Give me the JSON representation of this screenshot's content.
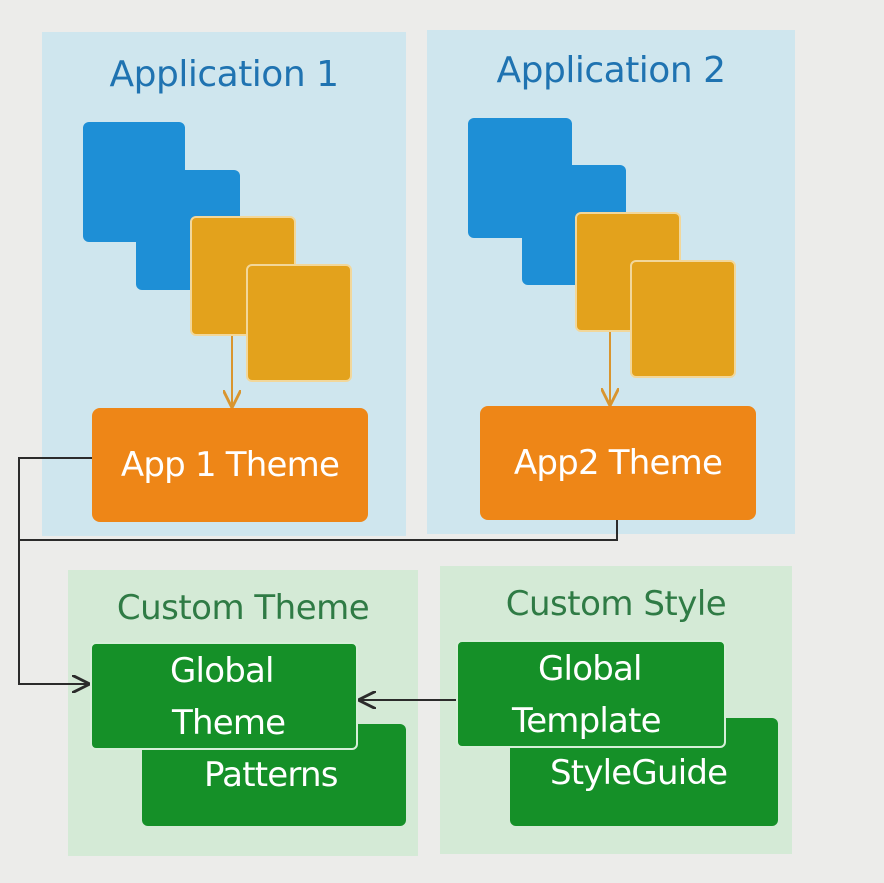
{
  "app1": {
    "title": "Application 1",
    "theme_label": "App 1 Theme"
  },
  "app2": {
    "title": "Application 2",
    "theme_label": "App2 Theme"
  },
  "custom_theme": {
    "title": "Custom Theme",
    "global_theme_line1": "Global",
    "global_theme_line2": "Theme",
    "patterns_label": "Patterns"
  },
  "custom_style": {
    "title": "Custom Style",
    "global_template_line1": "Global",
    "global_template_line2": "Template",
    "styleguide_label": "StyleGuide"
  },
  "colors": {
    "module_blue": "#1e8fd6",
    "module_gold": "#e3a21c",
    "theme_orange": "#ee8617",
    "custom_green": "#159028",
    "connector": "#2b2b2b",
    "module_arrow": "#d9952e"
  }
}
